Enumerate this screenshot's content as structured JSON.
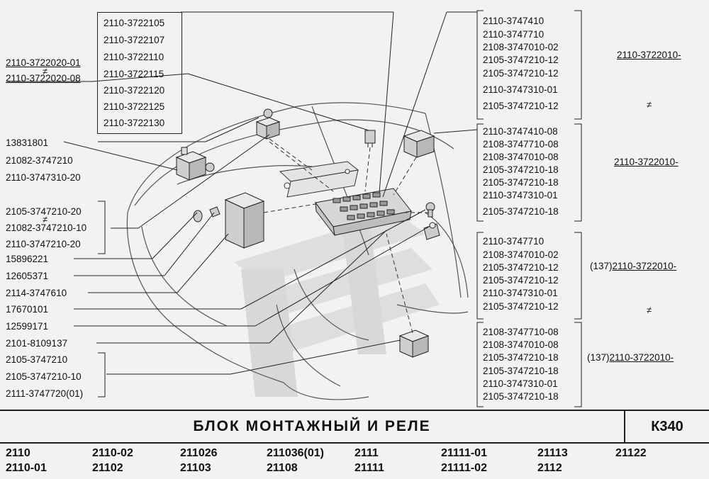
{
  "left_labels": {
    "top_pair": [
      "2110-3722020-01",
      "2110-3722020-08"
    ],
    "group_a": [
      "13831801",
      "21082-3747210",
      "2110-3747310-20"
    ],
    "group_b": [
      "2105-3747210-20",
      "21082-3747210-10",
      "2110-3747210-20"
    ],
    "singles": [
      "15896221",
      "12605371",
      "2114-3747610",
      "17670101",
      "12599171",
      "2101-8109137"
    ],
    "group_c": [
      "2105-3747210",
      "2105-3747210-10",
      "2111-3747720(01)"
    ]
  },
  "fuse_box_list": [
    "2110-3722105",
    "2110-3722107",
    "2110-3722110",
    "2110-3722115",
    "2110-3722120",
    "2110-3722125",
    "2110-3722130"
  ],
  "right_groups": [
    [
      "2110-3747410",
      "2110-3747710",
      "2108-3747010-02",
      "2105-3747210-12",
      "2105-3747210-12",
      "2110-3747310-01",
      "2105-3747210-12"
    ],
    [
      "2110-3747410-08",
      "2108-3747710-08",
      "2108-3747010-08",
      "2105-3747210-18",
      "2105-3747210-18",
      "2110-3747310-01",
      "2105-3747210-18"
    ],
    [
      "2110-3747710",
      "2108-3747010-02",
      "2105-3747210-12",
      "2105-3747210-12",
      "2110-3747310-01",
      "2105-3747210-12"
    ],
    [
      "2108-3747710-08",
      "2108-3747010-08",
      "2105-3747210-18",
      "2105-3747210-18",
      "2110-3747310-01",
      "2105-3747210-18"
    ]
  ],
  "far_right": {
    "a": "2110-3722010-",
    "b": "2110-3722010-",
    "c_prefix": "(137)",
    "c": "2110-3722010-",
    "d_prefix": "(137)",
    "d": "2110-3722010-"
  },
  "not_equal_symbol": "≠",
  "title": "БЛОК  МОНТАЖНЫЙ  И  РЕЛЕ",
  "code": "К340",
  "models_row1": [
    "2110",
    "2110-02",
    "211026",
    "211036(01)",
    "2111",
    "21111-01",
    "21113",
    "21122"
  ],
  "models_row2": [
    "2110-01",
    "21102",
    "21103",
    "21108",
    "21111",
    "21111-02",
    "2112"
  ]
}
